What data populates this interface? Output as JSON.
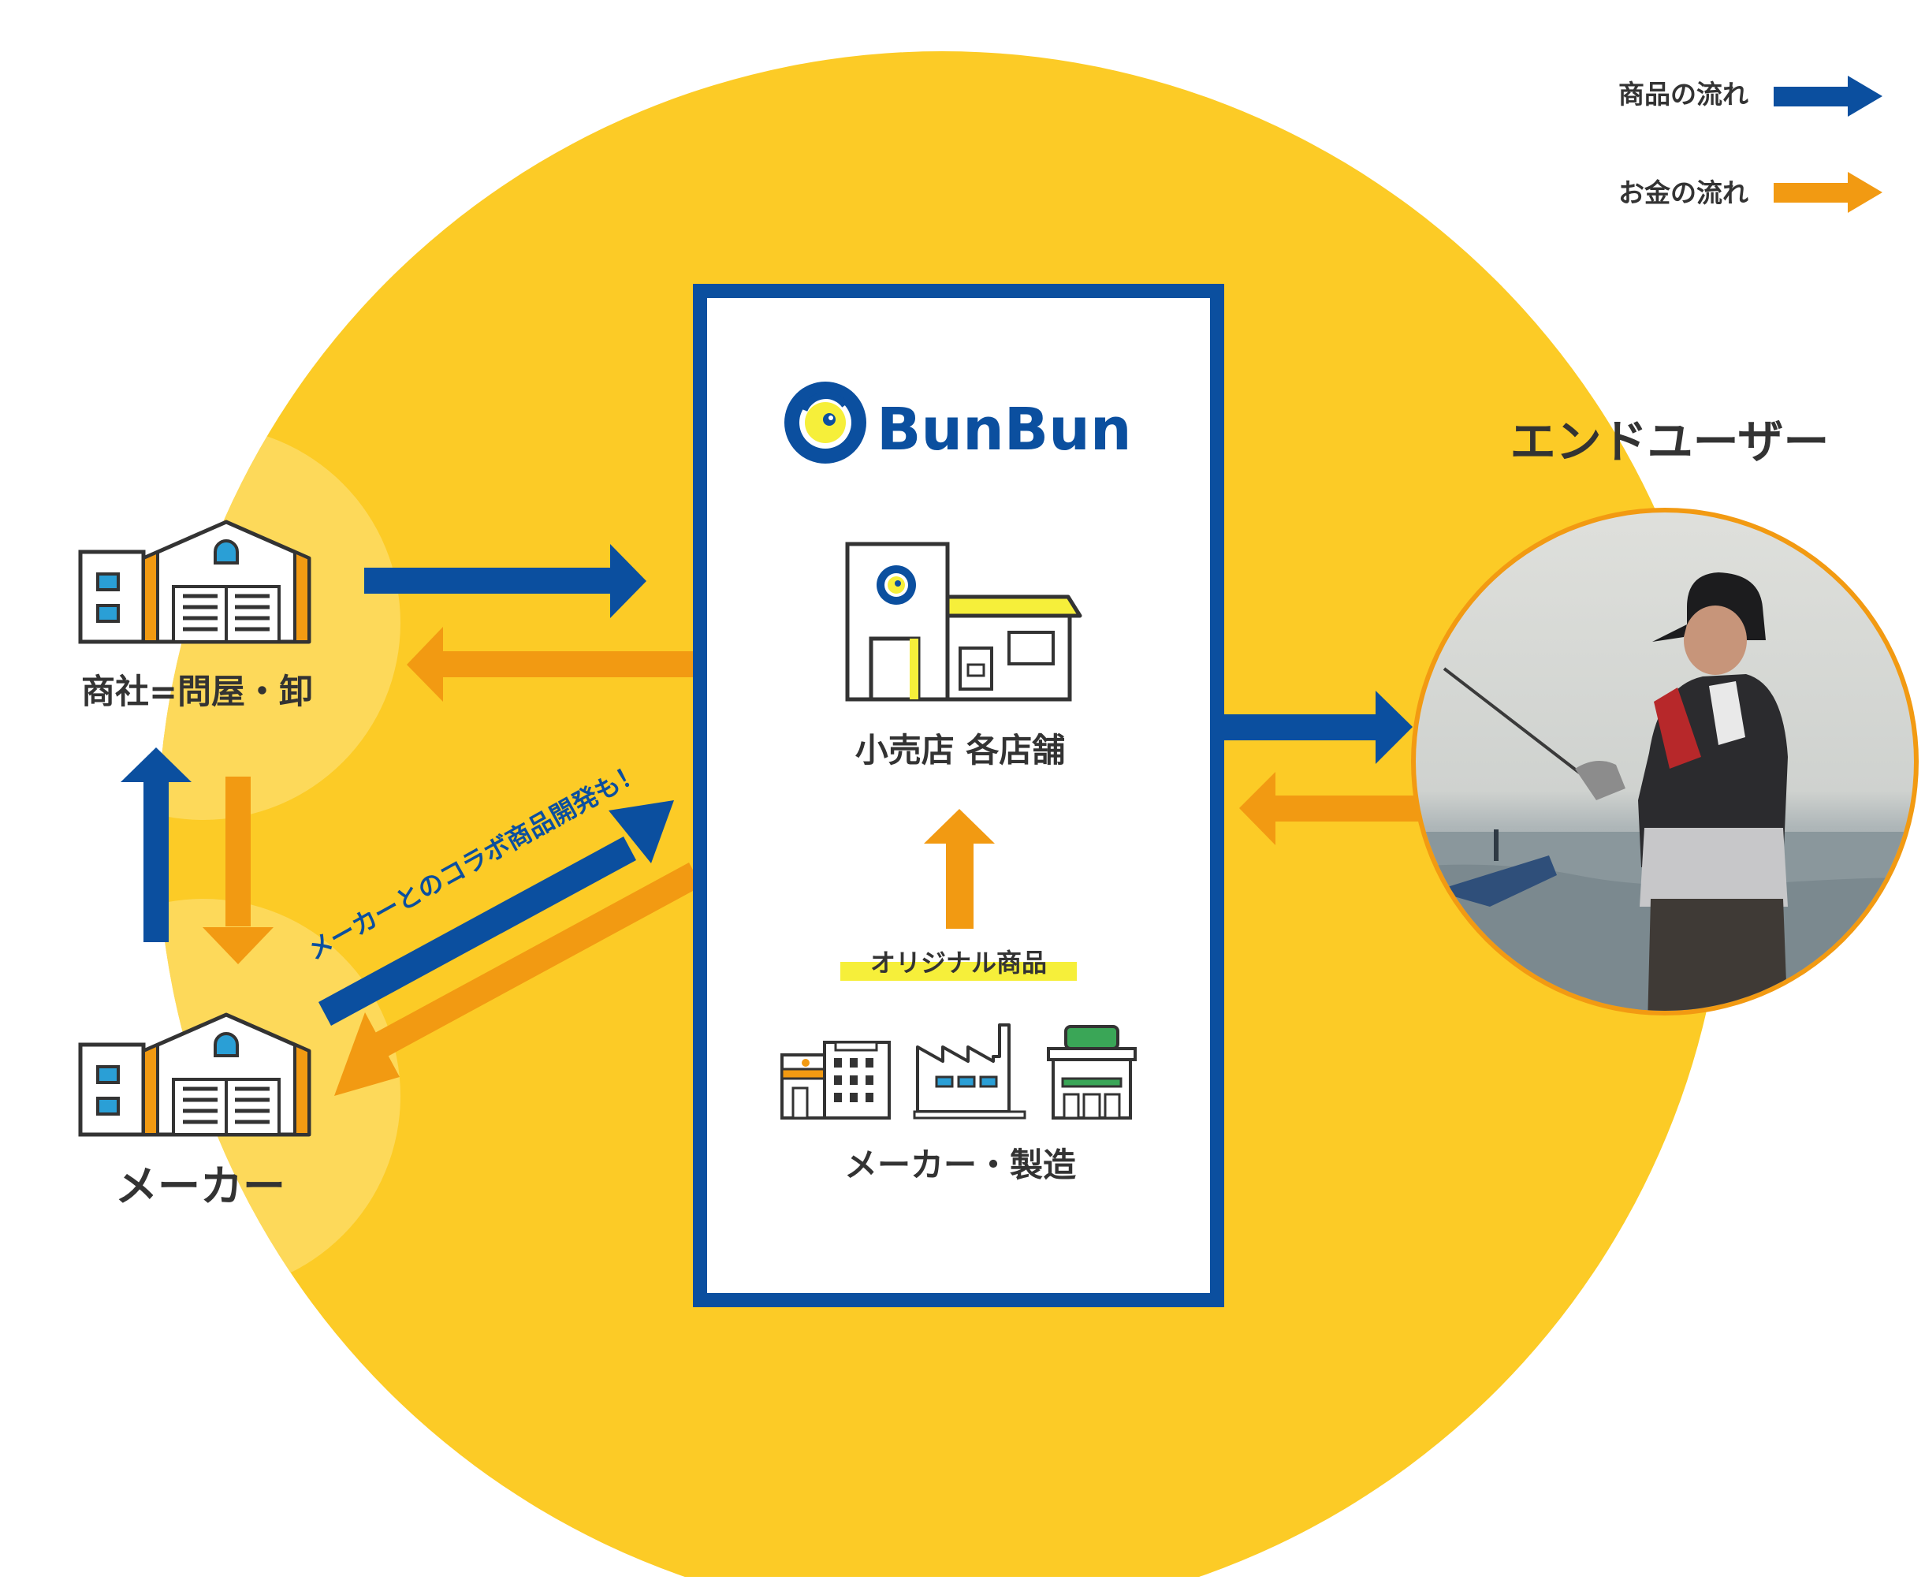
{
  "legend": {
    "goods_flow": "商品の流れ",
    "money_flow": "お金の流れ"
  },
  "brand": {
    "name": "BunBun"
  },
  "nodes": {
    "trading_company": "商社=問屋・卸",
    "maker_left": "メーカー",
    "retail": "小売店 各店舗",
    "original_goods": "オリジナル商品",
    "maker_manufacturing": "メーカー・製造",
    "end_user": "エンドユーザー"
  },
  "annotations": {
    "collab": "メーカーとのコラボ商品開発も！"
  },
  "colors": {
    "yellow": "#fccb26",
    "light_yellow": "#fdd95a",
    "blue": "#0b4f9f",
    "orange": "#f29a12",
    "highlight": "#f6ef3a",
    "ink": "#333333"
  }
}
